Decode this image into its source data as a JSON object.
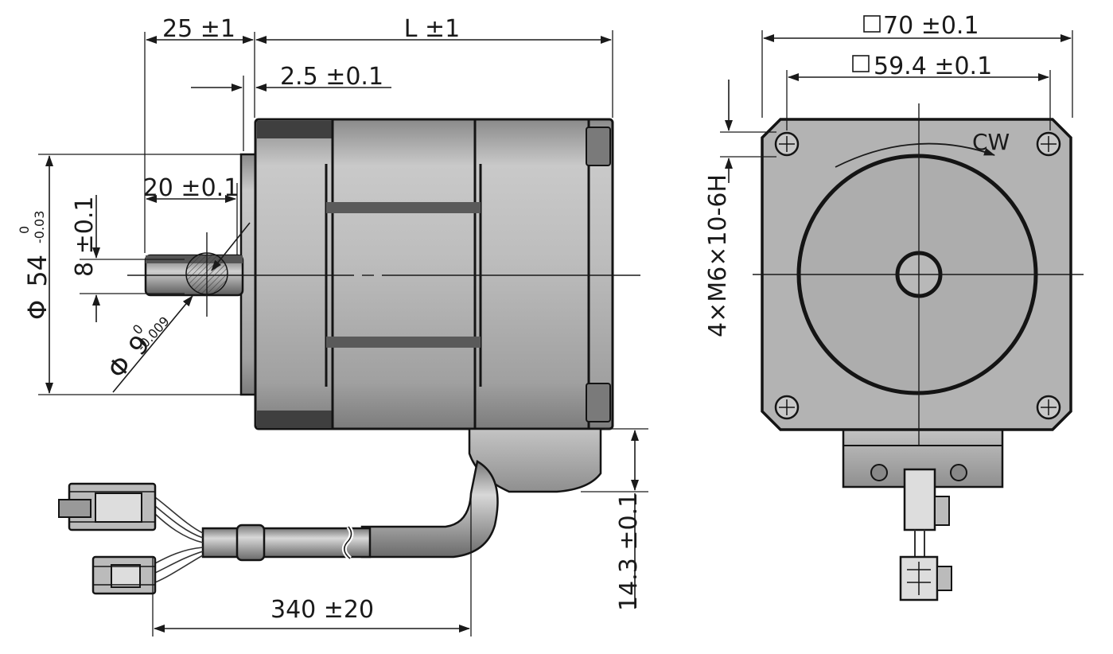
{
  "side_view": {
    "dim_flange_to_shaft": "25 ±1",
    "dim_body_length": "L ±1",
    "dim_pilot_depth": "2.5 ±0.1",
    "dim_shaft_length": "20 ±0.1",
    "dim_flat_height": "8 ±0.1",
    "dim_pilot_dia_main": "54",
    "dim_pilot_dia_tol_upper": "0",
    "dim_pilot_dia_tol_lower": "-0.03",
    "dim_shaft_dia_main": "9",
    "dim_shaft_dia_tol_upper": "0",
    "dim_shaft_dia_tol_lower": "-0.009",
    "dim_cable_length": "340 ±20",
    "dim_connector_offset": "14.3 ±0.1",
    "diameter_symbol": "Φ"
  },
  "front_view": {
    "dim_outer_square": "70 ±0.1",
    "dim_hole_square": "59.4 ±0.1",
    "dim_mount_threads": "4×M6×10-6H",
    "rotation_label": "CW",
    "square_symbol": "□"
  },
  "colors": {
    "line": "#1a1a1a",
    "body_gray": "#a6a6a6",
    "dark_gray": "#3a3a3a",
    "face_gray": "#b3b3b3"
  }
}
